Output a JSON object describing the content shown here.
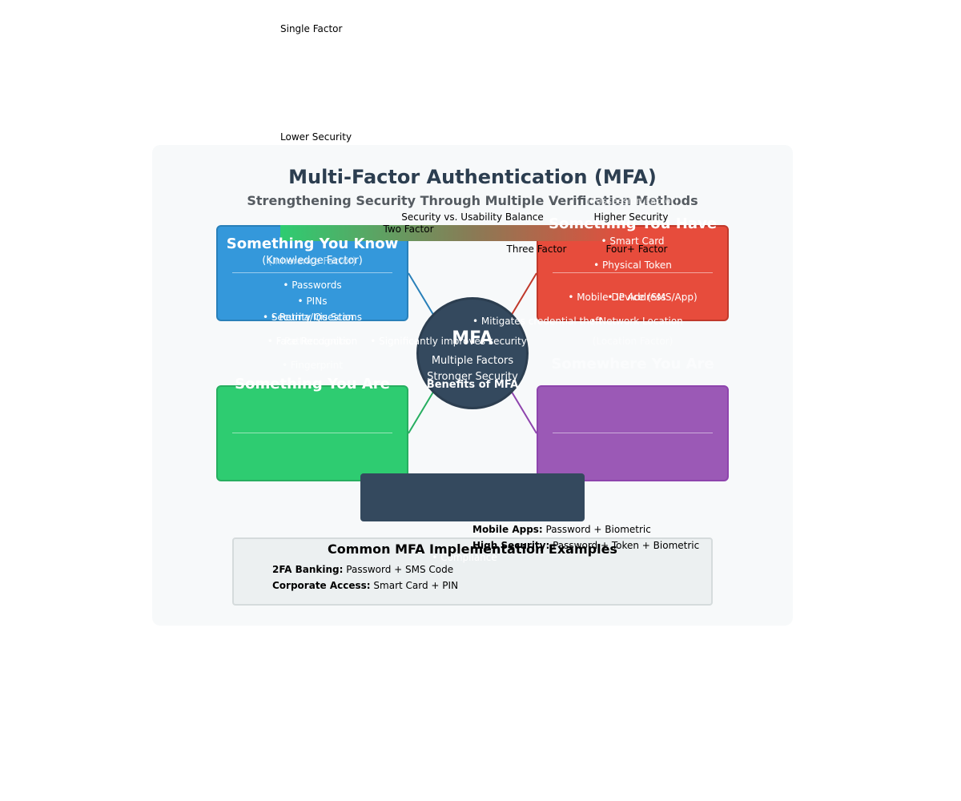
{
  "header": {
    "title": "Multi-Factor Authentication (MFA)",
    "subtitle": "Strengthening Security Through Multiple Verification Methods"
  },
  "scale": {
    "title": "Security vs. Usability Balance",
    "single": "Single Factor",
    "lower": "Lower Security",
    "two": "Two Factor",
    "three": "Three Factor",
    "four": "Four+ Factor",
    "higher": "Higher Security"
  },
  "know": {
    "title": "Something You Know",
    "subtitle": "(Knowledge Factor)",
    "items": [
      "• Passwords",
      "• PINs",
      "• Security Questions",
      "• Pattern Locks"
    ]
  },
  "have": {
    "title": "Something You Have",
    "subtitle": "(Possession Factor)",
    "items": [
      "• Smart Card",
      "• Physical Token",
      "• Mobile Device (SMS/App)"
    ]
  },
  "are": {
    "title": "Something You Are",
    "subtitle": "(Inherence Factor)",
    "items": [
      "• Fingerprint",
      "• Retina/Iris Scan",
      "• Face Recognition"
    ]
  },
  "where": {
    "title": "Somewhere You Are",
    "subtitle": "(Location Factor)",
    "items": [
      "• IP Address",
      "• Network Location"
    ]
  },
  "hub": {
    "title": "MFA",
    "line1": "Multiple Factors",
    "line2": "Stronger Security"
  },
  "benefits": {
    "title": "Benefits of MFA",
    "items": [
      "• Significantly improves security",
      "• Mitigates credential theft",
      "• Compliance"
    ]
  },
  "examples": {
    "title": "Common MFA Implementation Examples",
    "items": [
      {
        "label": "2FA Banking:",
        "text": " Password + SMS Code"
      },
      {
        "label": "Corporate Access:",
        "text": " Smart Card + PIN"
      },
      {
        "label": "Mobile Apps:",
        "text": " Password + Biometric"
      },
      {
        "label": "High Security:",
        "text": " Password + Token + Biometric"
      }
    ]
  },
  "colors": {
    "know": "#3498db",
    "have": "#e74c3c",
    "are": "#2ecc71",
    "where": "#9b59b6",
    "hub": "#34495e"
  }
}
